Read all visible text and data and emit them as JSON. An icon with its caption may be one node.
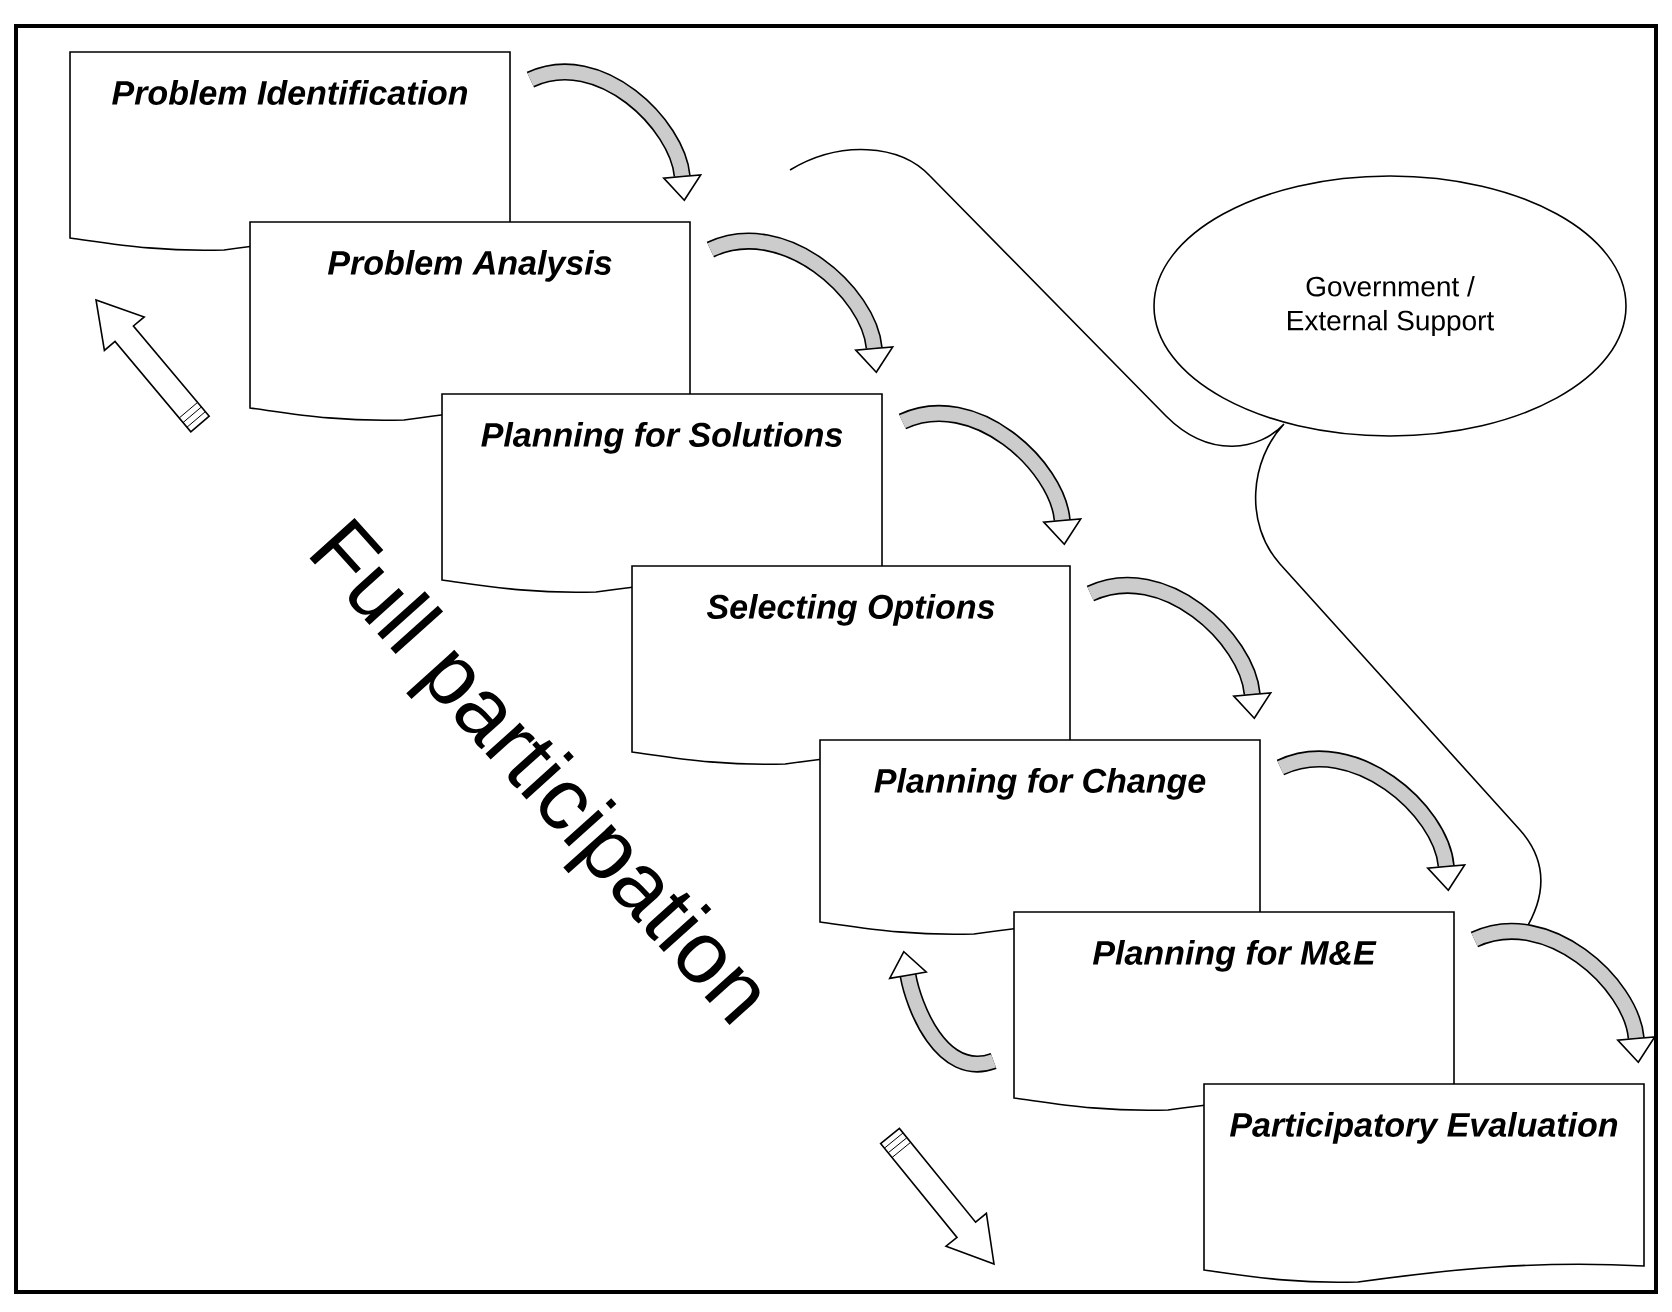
{
  "diagram": {
    "nodes": [
      {
        "text": [
          "Problem Identification"
        ]
      },
      {
        "text": [
          "Problem Analysis"
        ]
      },
      {
        "text": [
          "Planning for Solutions"
        ]
      },
      {
        "text": [
          "Selecting Options"
        ]
      },
      {
        "text": [
          "Planning for Change"
        ]
      },
      {
        "text": [
          "Planning for M&E"
        ]
      },
      {
        "text": [
          "Participatory Evaluation"
        ]
      },
      {
        "text": [
          "Government / External Support"
        ]
      }
    ],
    "edges": [
      {
        "from": 0,
        "to": 1,
        "arrow": "to"
      },
      {
        "from": 1,
        "to": 2,
        "arrow": "to"
      },
      {
        "from": 2,
        "to": 3,
        "arrow": "to"
      },
      {
        "from": 3,
        "to": 4,
        "arrow": "to"
      },
      {
        "from": 4,
        "to": 5,
        "arrow": "to"
      },
      {
        "from": 5,
        "to": 6,
        "arrow": "to"
      },
      {
        "from": 5,
        "to": 4,
        "arrow": "to"
      }
    ],
    "labels": [
      "Full participation"
    ]
  }
}
